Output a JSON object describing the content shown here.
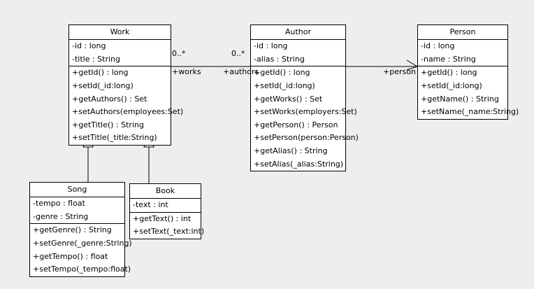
{
  "diagram": {
    "type": "uml-class-diagram",
    "background_color": "#eeeeee",
    "box_fill": "#ffffff",
    "line_color": "#000000",
    "classes": [
      {
        "id": "work",
        "name": "Work",
        "attributes": [
          "-id : long",
          "-title : String"
        ],
        "methods": [
          "+getId() : long",
          "+setId(_id:long)",
          "+getAuthors() : Set",
          "+setAuthors(employees:Set)",
          "+getTitle() : String",
          "+setTitle(_title:String)"
        ]
      },
      {
        "id": "author",
        "name": "Author",
        "attributes": [
          "-id : long",
          "-alias : String"
        ],
        "methods": [
          "+getId() : long",
          "+setId(_id:long)",
          "+getWorks() : Set",
          "+setWorks(employers:Set)",
          "+getPerson() : Person",
          "+setPerson(person:Person)",
          "+getAlias() : String",
          "+setAlias(_alias:String)"
        ]
      },
      {
        "id": "person",
        "name": "Person",
        "attributes": [
          "-id : long",
          "-name : String"
        ],
        "methods": [
          "+getId() : long",
          "+setId(_id:long)",
          "+getName() : String",
          "+setName(_name:String)"
        ]
      },
      {
        "id": "song",
        "name": "Song",
        "attributes": [
          "-tempo : float",
          "-genre : String"
        ],
        "methods": [
          "+getGenre() : String",
          "+setGenre(_genre:String)",
          "+getTempo() : float",
          "+setTempo(_tempo:float)"
        ]
      },
      {
        "id": "book",
        "name": "Book",
        "attributes": [
          "-text : int"
        ],
        "methods": [
          "+getText() : int",
          "+setText(_text:int)"
        ]
      }
    ],
    "associations": [
      {
        "id": "work-author",
        "from": "Work",
        "to": "Author",
        "source_multiplicity": "0..*",
        "target_multiplicity": "0..*",
        "source_role": "+works",
        "target_role": "+authors"
      },
      {
        "id": "author-person",
        "from": "Author",
        "to": "Person",
        "target_role": "+person"
      }
    ],
    "generalizations": [
      {
        "id": "song-work",
        "child": "Song",
        "parent": "Work"
      },
      {
        "id": "book-work",
        "child": "Book",
        "parent": "Work"
      }
    ]
  }
}
